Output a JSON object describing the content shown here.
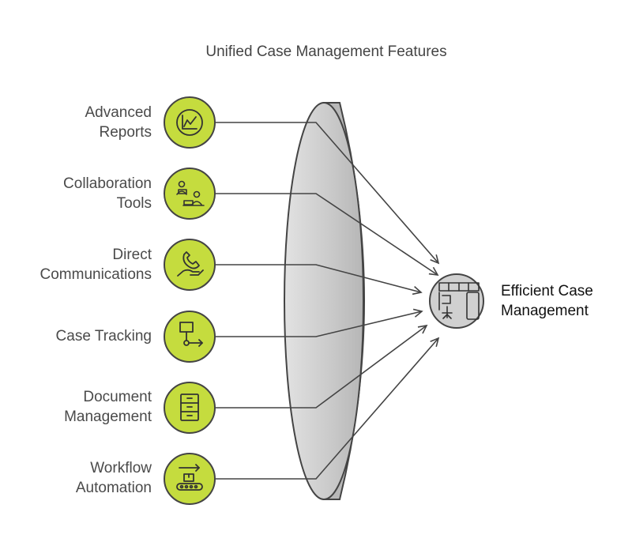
{
  "title": "Unified Case Management Features",
  "colors": {
    "feature_fill": "#c5dc3e",
    "outcome_fill": "#d0d0d0",
    "lens": "#cacaca",
    "line": "#444444"
  },
  "features": [
    {
      "line1": "Advanced",
      "line2": "Reports",
      "icon": "line-chart-icon"
    },
    {
      "line1": "Collaboration",
      "line2": "Tools",
      "icon": "collaboration-icon"
    },
    {
      "line1": "Direct",
      "line2": "Communications",
      "icon": "hand-phone-icon"
    },
    {
      "line1": "Case Tracking",
      "line2": "",
      "icon": "flowchart-icon"
    },
    {
      "line1": "Document",
      "line2": "Management",
      "icon": "file-cabinet-icon"
    },
    {
      "line1": "Workflow",
      "line2": "Automation",
      "icon": "conveyor-icon"
    }
  ],
  "outcome": {
    "line1": "Efficient Case",
    "line2": "Management",
    "icon": "floor-plan-icon"
  }
}
